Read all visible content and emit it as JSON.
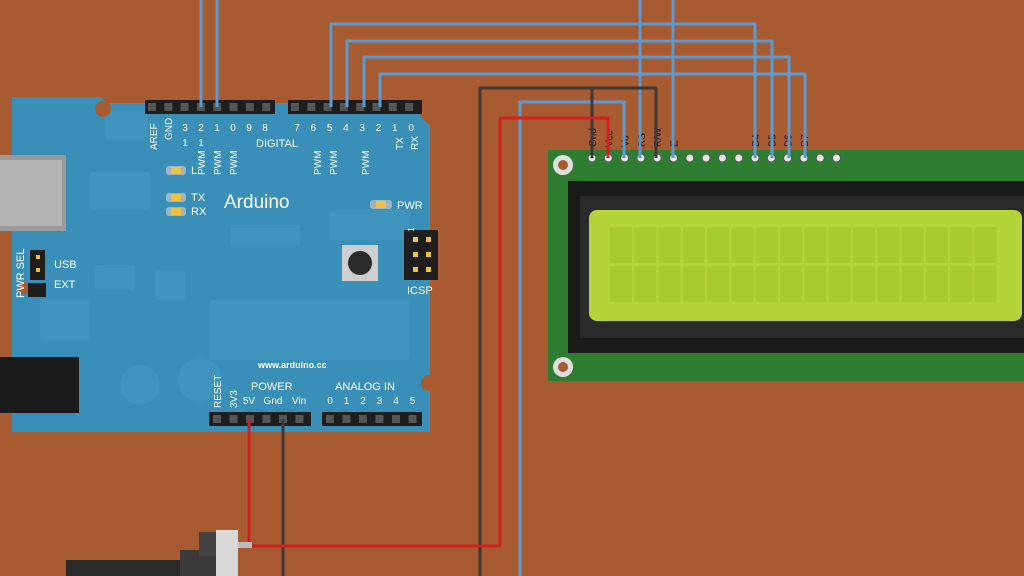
{
  "arduino": {
    "brand": "Arduino",
    "website": "www.arduino.cc",
    "digital_label": "DIGITAL",
    "power_label": "POWER",
    "analog_label": "ANALOG IN",
    "icsp_label": "ICSP",
    "icsp_pin1_label": "1",
    "pwr_sel_label": "PWR SEL",
    "usb_label": "USB",
    "ext_label": "EXT",
    "led_l_label": "L",
    "led_tx_label": "TX",
    "led_rx_label": "RX",
    "led_pwr_label": "PWR",
    "aref_label": "AREF",
    "gnd_top_label": "GND",
    "digital_high_tens": [
      "1",
      "1"
    ],
    "digital_high_units": [
      "3",
      "2",
      "1",
      "0",
      "9",
      "8"
    ],
    "digital_low_pins": [
      "7",
      "6",
      "5",
      "4",
      "3",
      "2",
      "1",
      "0"
    ],
    "pwm_high": [
      "PWM",
      "PWM",
      "PWM"
    ],
    "pwm_low": [
      "PWM",
      "PWM",
      "PWM"
    ],
    "tx_pin_label": "TX",
    "rx_pin_label": "RX",
    "power_pins": [
      "RESET",
      "3V3",
      "5V",
      "Gnd",
      "Vin"
    ],
    "analog_pins": [
      "0",
      "1",
      "2",
      "3",
      "4",
      "5"
    ]
  },
  "lcd": {
    "pin_labels": [
      "Gnd",
      "Vcc",
      "Vo",
      "RS",
      "R/W",
      "E",
      "D4",
      "D5",
      "D6",
      "D7"
    ],
    "columns": 16,
    "rows": 2,
    "pin_count": 16
  },
  "colors": {
    "background": "#a85a30",
    "arduino_board": "#3a8fb8",
    "lcd_pcb": "#2f7d32",
    "lcd_screen": "#b4d43a",
    "wire_blue": "#5b9bd5",
    "wire_red": "#d02020",
    "wire_dark": "#3a3a3a",
    "led_amber": "#f0c040"
  }
}
